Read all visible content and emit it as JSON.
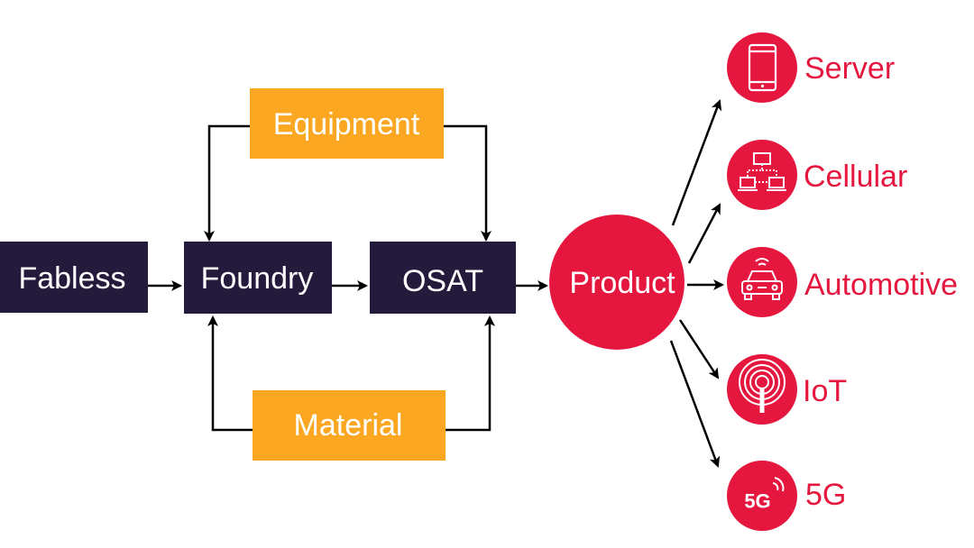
{
  "colors": {
    "dark_box": "#241a3c",
    "orange_box": "#fba722",
    "red": "#e5173f",
    "arrow": "#000000",
    "on_dark_text": "#ffffff"
  },
  "nodes": {
    "fabless": "Fabless",
    "foundry": "Foundry",
    "osat": "OSAT",
    "equipment": "Equipment",
    "material": "Material",
    "product": "Product"
  },
  "outputs": [
    {
      "label": "Server",
      "icon": "smartphone-icon"
    },
    {
      "label": "Cellular",
      "icon": "network-icon"
    },
    {
      "label": "Automotive",
      "icon": "connected-car-icon"
    },
    {
      "label": "IoT",
      "icon": "antenna-icon"
    },
    {
      "label": "5G",
      "icon": "5g-icon",
      "icon_text": "5G"
    }
  ]
}
